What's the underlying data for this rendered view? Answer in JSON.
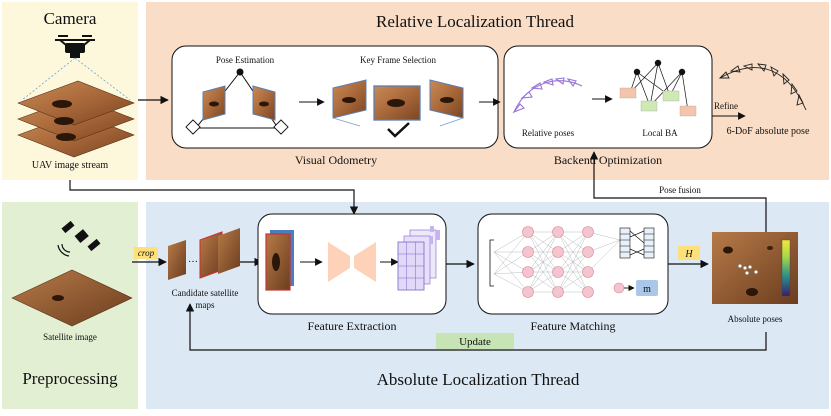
{
  "camera": {
    "title": "Camera",
    "caption": "UAV image stream"
  },
  "relative_thread": {
    "title": "Relative Localization Thread",
    "visual_odometry": {
      "title": "Visual Odometry",
      "pose_estimation": "Pose Estimation",
      "key_frame_selection": "Key Frame Selection"
    },
    "backend": {
      "title": "Backend Optimization",
      "relative_poses": "Relative poses",
      "local_ba": "Local BA"
    },
    "refine": "Refine",
    "output": "6-DoF absolute pose"
  },
  "pose_fusion": "Pose fusion",
  "preprocessing": {
    "title": "Preprocessing",
    "satellite_caption": "Satellite image",
    "crop": "crop",
    "candidate_caption_line1": "Candidate satellite",
    "candidate_caption_line2": "maps"
  },
  "absolute_thread": {
    "title": "Absolute Localization Thread",
    "feature_extraction": "Feature Extraction",
    "feature_matching": "Feature Matching",
    "h_label": "H",
    "m_label": "m",
    "absolute_poses": "Absolute poses",
    "update": "Update"
  },
  "colors": {
    "camera_panel": "#fdf7dc",
    "relative_panel": "#f9ddc6",
    "preprocessing_panel": "#e3efd3",
    "absolute_panel": "#dce8f4",
    "update_box": "#c6e4b4",
    "node": "#f5c5cf",
    "m_box": "#a9c8e9",
    "h_box": "#fde07a",
    "terrain": "#a9683a",
    "pose_curve": "#9a74d6"
  }
}
